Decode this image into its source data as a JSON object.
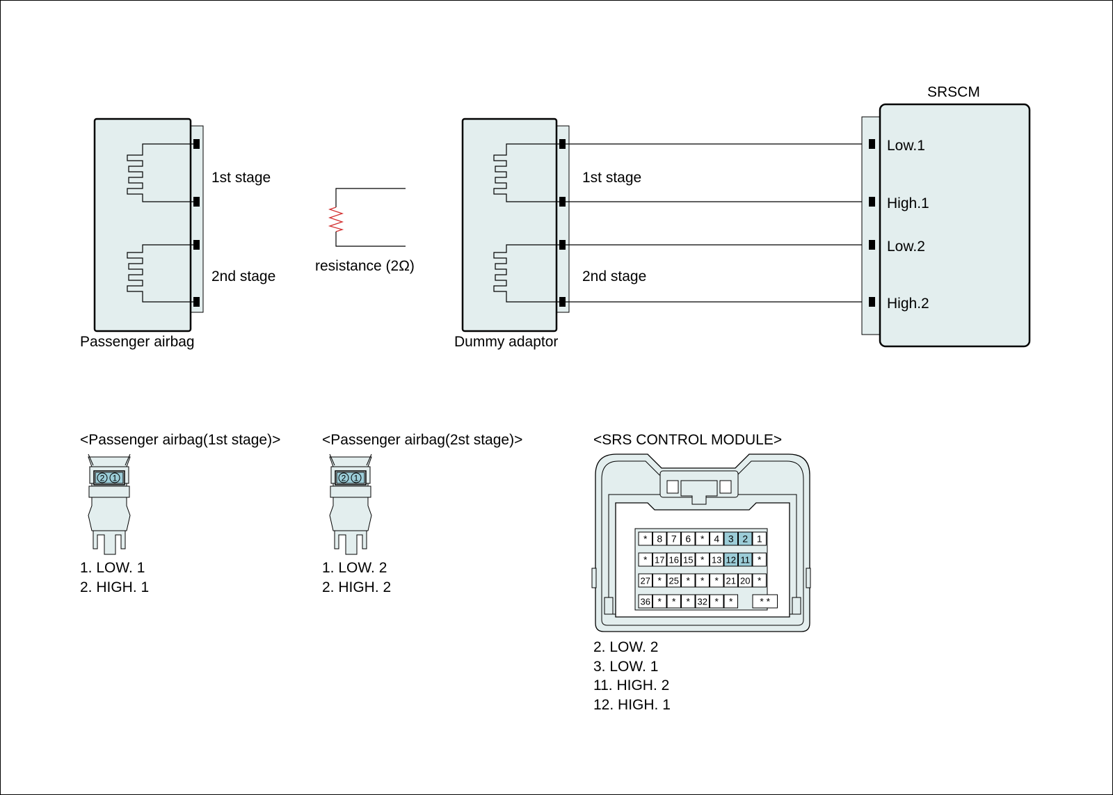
{
  "top": {
    "passenger_airbag": {
      "label": "Passenger airbag",
      "stage1_label": "1st stage",
      "stage2_label": "2nd stage"
    },
    "resistance_label": "resistance (2Ω)",
    "dummy_adaptor": {
      "label": "Dummy adaptor",
      "stage1_label": "1st stage",
      "stage2_label": "2nd stage"
    },
    "srscm": {
      "title": "SRSCM",
      "pins": [
        "Low.1",
        "High.1",
        "Low.2",
        "High.2"
      ]
    }
  },
  "bottom": {
    "airbag1": {
      "title": "<Passenger airbag(1st stage)>",
      "pin_numbers": [
        "2",
        "1"
      ],
      "legend": [
        "1. LOW. 1",
        "2. HIGH. 1"
      ]
    },
    "airbag2": {
      "title": "<Passenger airbag(2st stage)>",
      "pin_numbers": [
        "2",
        "1"
      ],
      "legend": [
        "1. LOW. 2",
        "2. HIGH. 2"
      ]
    },
    "module": {
      "title": "<SRS CONTROL MODULE>",
      "pin_rows": [
        [
          "*",
          "8",
          "7",
          "6",
          "*",
          "4",
          "3",
          "2",
          "1"
        ],
        [
          "*",
          "17",
          "16",
          "15",
          "*",
          "13",
          "12",
          "11",
          "*"
        ],
        [
          "27",
          "*",
          "25",
          "*",
          "*",
          "*",
          "21",
          "20",
          "*"
        ],
        [
          "36",
          "*",
          "*",
          "*",
          "32",
          "*",
          "*",
          "",
          "* *"
        ]
      ],
      "highlighted_pins": [
        "3",
        "2",
        "12",
        "11"
      ],
      "legend": [
        "2. LOW. 2",
        "3. LOW. 1",
        "11. HIGH. 2",
        "12. HIGH. 1"
      ]
    }
  },
  "colors": {
    "body_fill": "#e3eeee",
    "highlight_pin": "#9ccdd8",
    "resistor": "#d32f2f",
    "line": "#000000"
  }
}
